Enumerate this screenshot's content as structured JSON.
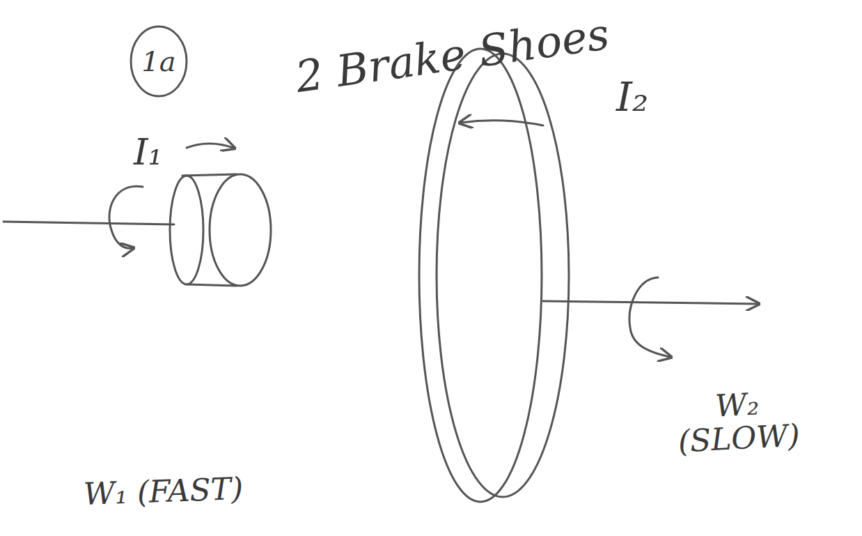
{
  "diagram": {
    "labels": [
      "1a",
      "2 Brake Shoes",
      "I₂",
      "I₁",
      "W₁ (FAST)",
      "W₂ (SLOW)"
    ]
  }
}
